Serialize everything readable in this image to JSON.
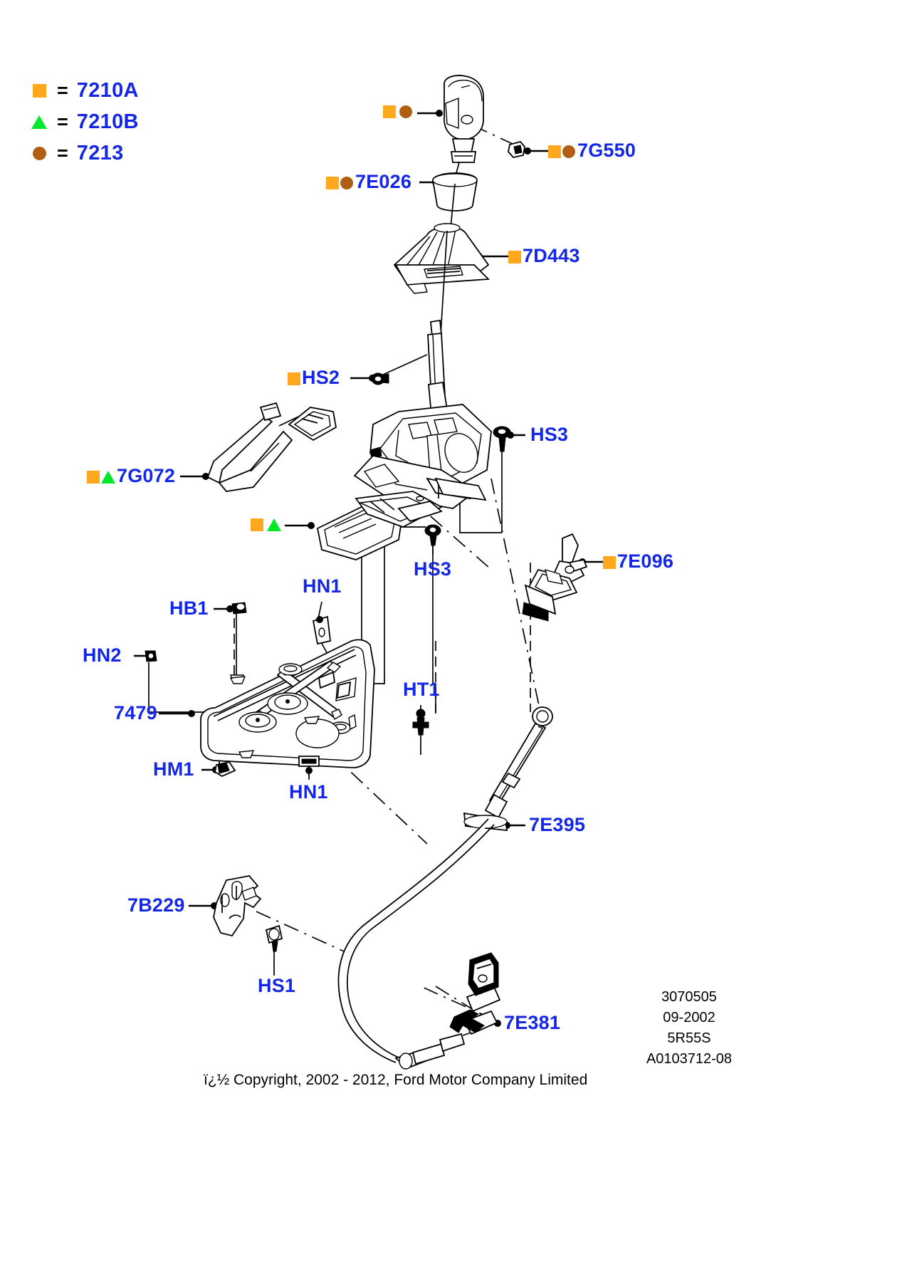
{
  "document": {
    "type": "exploded-parts-diagram",
    "subject": "Gear shift control assembly"
  },
  "legend": {
    "equals": "=",
    "items": [
      {
        "marker": "orange-square",
        "color": "#FFA81E",
        "label": "7210A"
      },
      {
        "marker": "green-triangle",
        "color": "#00E828",
        "label": "7210B"
      },
      {
        "marker": "brown-circle",
        "color": "#B05E11",
        "label": "7213"
      }
    ]
  },
  "callouts": [
    {
      "id": "knob",
      "label": "",
      "markers": [
        "square",
        "circle"
      ]
    },
    {
      "id": "7G550",
      "label": "7G550",
      "markers": [
        "square",
        "circle"
      ]
    },
    {
      "id": "7E026",
      "label": "7E026",
      "markers": [
        "square",
        "circle"
      ]
    },
    {
      "id": "7D443",
      "label": "7D443",
      "markers": [
        "square"
      ]
    },
    {
      "id": "HS2",
      "label": "HS2",
      "markers": [
        "square"
      ]
    },
    {
      "id": "HS3-upper",
      "label": "HS3",
      "markers": []
    },
    {
      "id": "7G072",
      "label": "7G072",
      "markers": [
        "square",
        "triangle"
      ]
    },
    {
      "id": "boot",
      "label": "",
      "markers": [
        "square",
        "triangle"
      ]
    },
    {
      "id": "HS3-lower",
      "label": "HS3",
      "markers": []
    },
    {
      "id": "7E096",
      "label": "7E096",
      "markers": [
        "square"
      ]
    },
    {
      "id": "HN1-upper",
      "label": "HN1",
      "markers": []
    },
    {
      "id": "HB1",
      "label": "HB1",
      "markers": []
    },
    {
      "id": "HN2",
      "label": "HN2",
      "markers": []
    },
    {
      "id": "7479",
      "label": "7479",
      "markers": []
    },
    {
      "id": "HM1",
      "label": "HM1",
      "markers": []
    },
    {
      "id": "HN1-lower",
      "label": "HN1",
      "markers": []
    },
    {
      "id": "HT1",
      "label": "HT1",
      "markers": []
    },
    {
      "id": "7E395",
      "label": "7E395",
      "markers": []
    },
    {
      "id": "7B229",
      "label": "7B229",
      "markers": []
    },
    {
      "id": "HS1",
      "label": "HS1",
      "markers": []
    },
    {
      "id": "7E381",
      "label": "7E381",
      "markers": []
    }
  ],
  "footer": {
    "copyright": "ï¿½ Copyright, 2002 - 2012, Ford Motor Company Limited",
    "codes": [
      "3070505",
      "09-2002",
      "5R55S",
      "A0103712-08"
    ]
  }
}
